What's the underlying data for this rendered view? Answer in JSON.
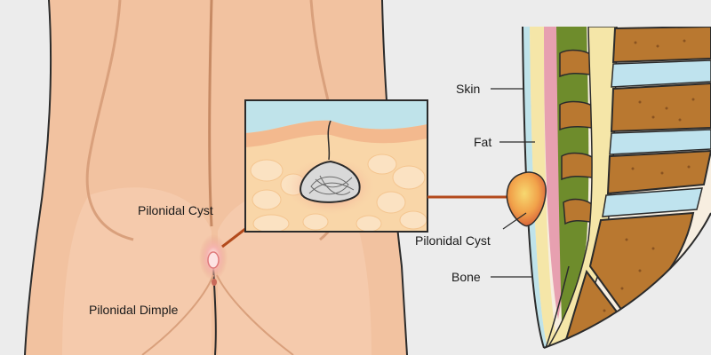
{
  "labels": {
    "pilonidal_cyst_left": "Pilonidal Cyst",
    "pilonidal_dimple": "Pilonidal Dimple",
    "skin": "Skin",
    "fat": "Fat",
    "pilonidal_cyst_right": "Pilonidal Cyst",
    "bone": "Bone"
  },
  "colors": {
    "background": "#ececec",
    "skin": "#f2c2a0",
    "skin_shadow": "#e2a882",
    "outline": "#2b2b2b",
    "skin_layer": "#bfe3ea",
    "fat_layer": "#f9d6a8",
    "cyst": "#e87a86",
    "callout_line": "#b34a1c",
    "vertebra": "#b97830",
    "disc": "#bfe3ee",
    "spinal_cord": "#6e8c2c",
    "cord_lining": "#e7a0b0"
  }
}
